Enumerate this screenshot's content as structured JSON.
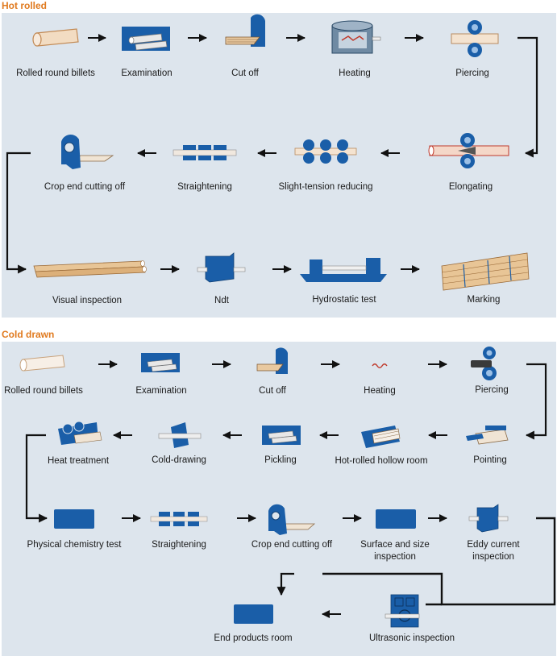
{
  "hot_rolled": {
    "title": "Hot rolled",
    "steps": [
      "Rolled round billets",
      "Examination",
      "Cut off",
      "Heating",
      "Piercing",
      "Elongating",
      "Slight-tension reducing",
      "Straightening",
      "Crop end cutting off",
      "Visual inspection",
      "Ndt",
      "Hydrostatic test",
      "Marking"
    ]
  },
  "cold_drawn": {
    "title": "Cold drawn",
    "steps": [
      "Rolled round billets",
      "Examination",
      "Cut off",
      "Heating",
      "Piercing",
      "Pointing",
      "Hot-rolled hollow room",
      "Pickling",
      "Cold-drawing",
      "Heat treatment",
      "Physical chemistry test",
      "Straightening",
      "Crop end cutting off",
      "Surface and size inspection",
      "Eddy current inspection",
      "Ultrasonic inspection",
      "End products room"
    ]
  },
  "colors": {
    "section_title": "#e07a1f",
    "panel_bg": "#dde5ed",
    "icon_blue": "#1a5ea8",
    "arrow": "#111111",
    "pipe_tan": "#d9b48a"
  }
}
